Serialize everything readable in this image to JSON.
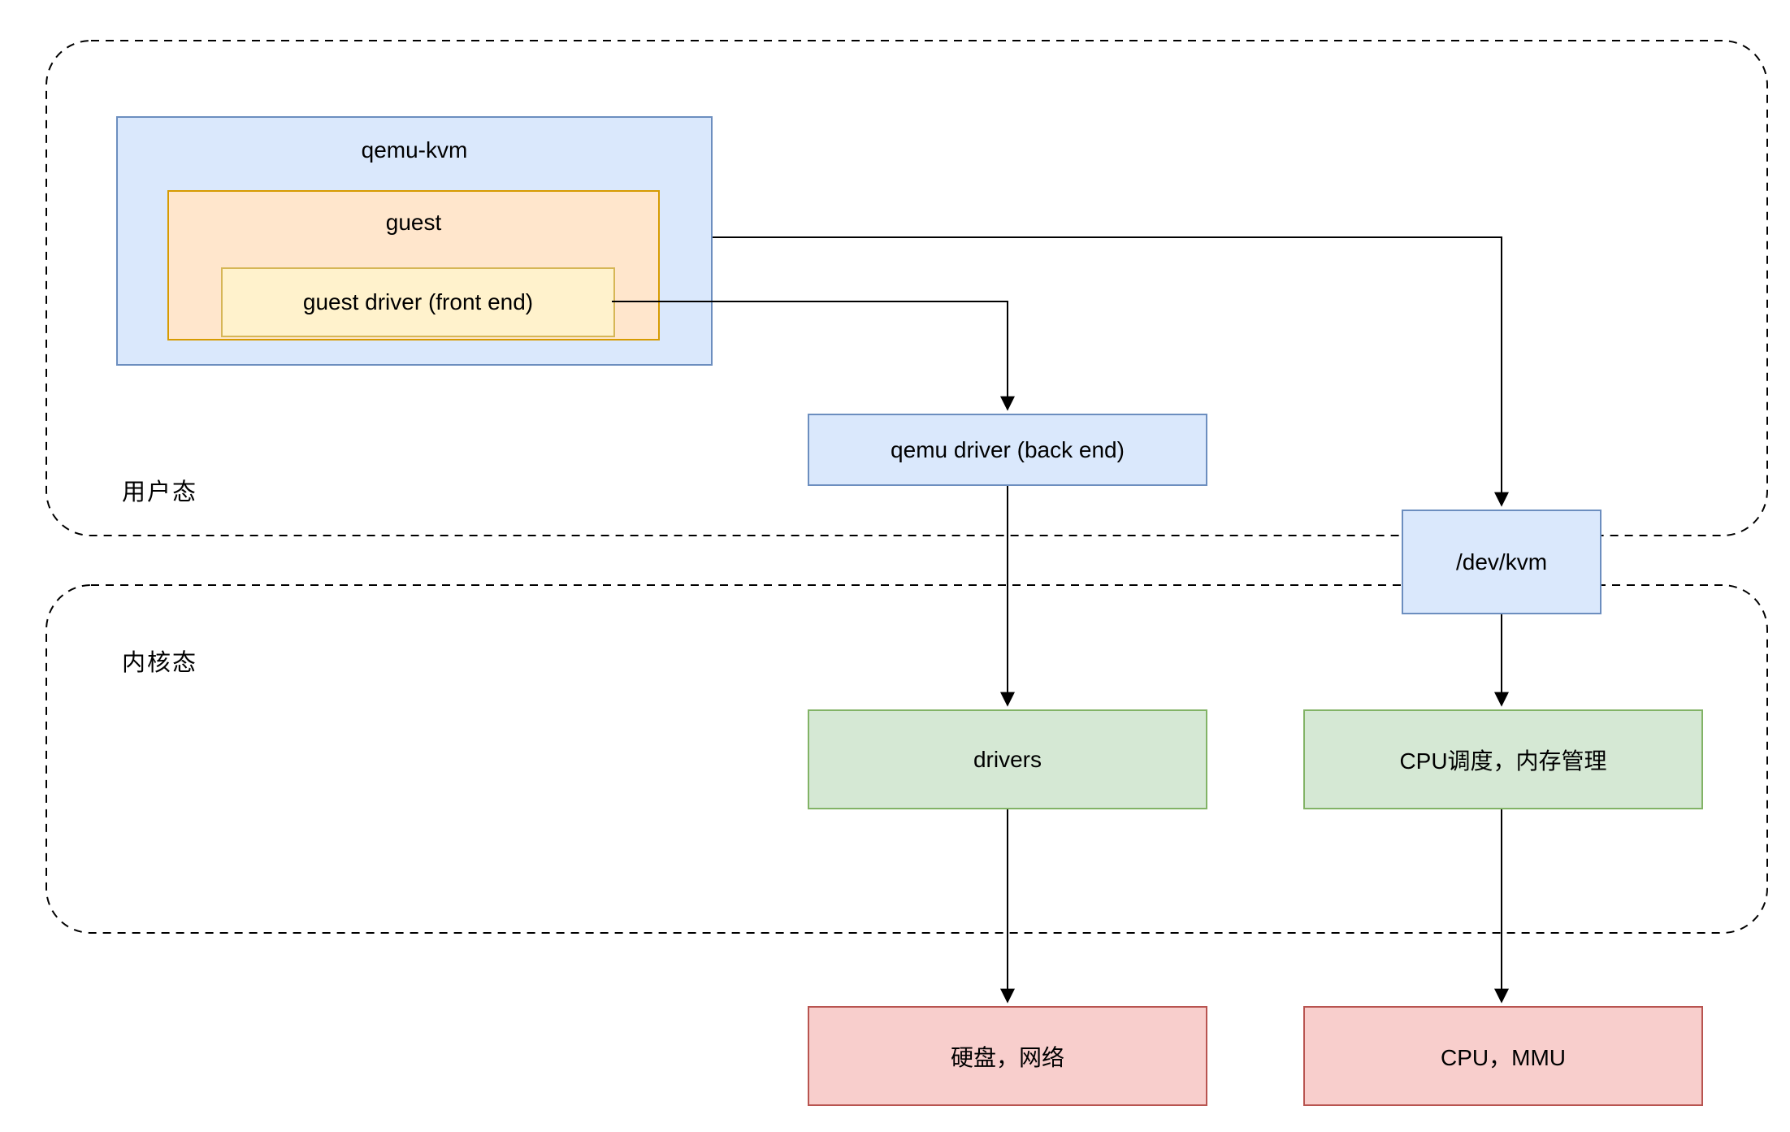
{
  "canvas": {
    "background": "#ffffff"
  },
  "regions": {
    "user_mode": {
      "label": "用户态"
    },
    "kernel_mode": {
      "label": "内核态"
    }
  },
  "region_style": {
    "border_color": "#000000",
    "label_color": "#000000"
  },
  "nodes": {
    "qemu_kvm": {
      "label": "qemu-kvm",
      "fill": "#dae8fc",
      "border": "#6c8ebf"
    },
    "guest": {
      "label": "guest",
      "fill": "#ffe6cc",
      "border": "#d79b00"
    },
    "guest_driver": {
      "label": "guest driver (front end)",
      "fill": "#fff2cc",
      "border": "#d6b656"
    },
    "qemu_driver": {
      "label": "qemu driver (back end)",
      "fill": "#dae8fc",
      "border": "#6c8ebf"
    },
    "dev_kvm": {
      "label": "/dev/kvm",
      "fill": "#dae8fc",
      "border": "#6c8ebf"
    },
    "drivers": {
      "label": "drivers",
      "fill": "#d5e8d4",
      "border": "#82b366"
    },
    "cpu_sched_mem": {
      "label": "CPU调度，内存管理",
      "fill": "#d5e8d4",
      "border": "#82b366"
    },
    "disk_network": {
      "label": "硬盘，网络",
      "fill": "#f8cecc",
      "border": "#b85450"
    },
    "cpu_mmu": {
      "label": "CPU，MMU",
      "fill": "#f8cecc",
      "border": "#b85450"
    }
  },
  "edges": {
    "color": "#000000",
    "list": [
      {
        "from": "qemu-kvm",
        "to": "/dev/kvm"
      },
      {
        "from": "guest driver (front end)",
        "to": "qemu driver (back end)"
      },
      {
        "from": "qemu driver (back end)",
        "to": "drivers"
      },
      {
        "from": "drivers",
        "to": "硬盘，网络"
      },
      {
        "from": "/dev/kvm",
        "to": "CPU调度，内存管理"
      },
      {
        "from": "CPU调度，内存管理",
        "to": "CPU，MMU"
      }
    ]
  }
}
